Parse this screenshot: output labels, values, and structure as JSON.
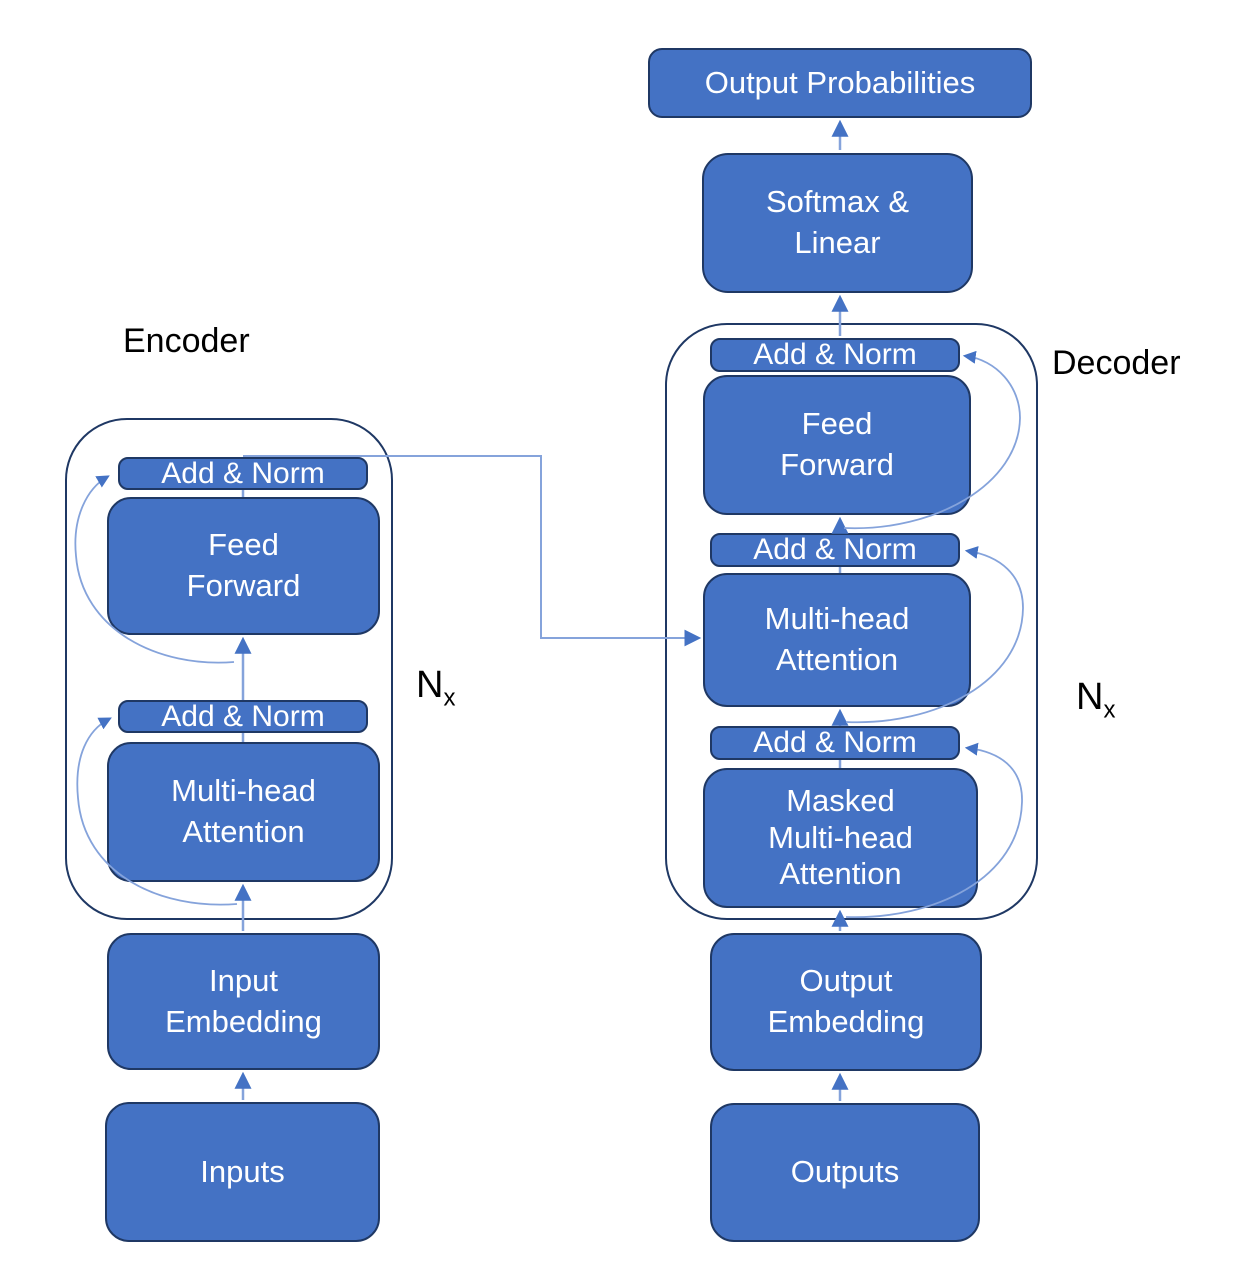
{
  "colors": {
    "box_fill": "#4472C4",
    "box_border": "#1F3864",
    "container_border": "#1F3864",
    "arrow_stem": "#85A3DB",
    "arrow_head": "#4472C4",
    "box_text": "#FFFFFF",
    "label_text": "#000000"
  },
  "top": {
    "output_probabilities": "Output Probabilities",
    "softmax_linear": "Softmax &\nLinear"
  },
  "encoder": {
    "label": "Encoder",
    "repeat": {
      "base": "N",
      "sub": "x"
    },
    "add_norm_top": "Add & Norm",
    "feed_forward": "Feed\nForward",
    "add_norm_bottom": "Add & Norm",
    "multi_head_attention": "Multi-head\nAttention",
    "input_embedding": "Input\nEmbedding",
    "inputs": "Inputs"
  },
  "decoder": {
    "label": "Decoder",
    "repeat": {
      "base": "N",
      "sub": "x"
    },
    "add_norm_top": "Add & Norm",
    "feed_forward": "Feed\nForward",
    "add_norm_mid": "Add & Norm",
    "multi_head_attention": "Multi-head\nAttention",
    "add_norm_bottom": "Add & Norm",
    "masked_multi_head_attention": "Masked\nMulti-head\nAttention",
    "output_embedding": "Output\nEmbedding",
    "outputs": "Outputs"
  }
}
